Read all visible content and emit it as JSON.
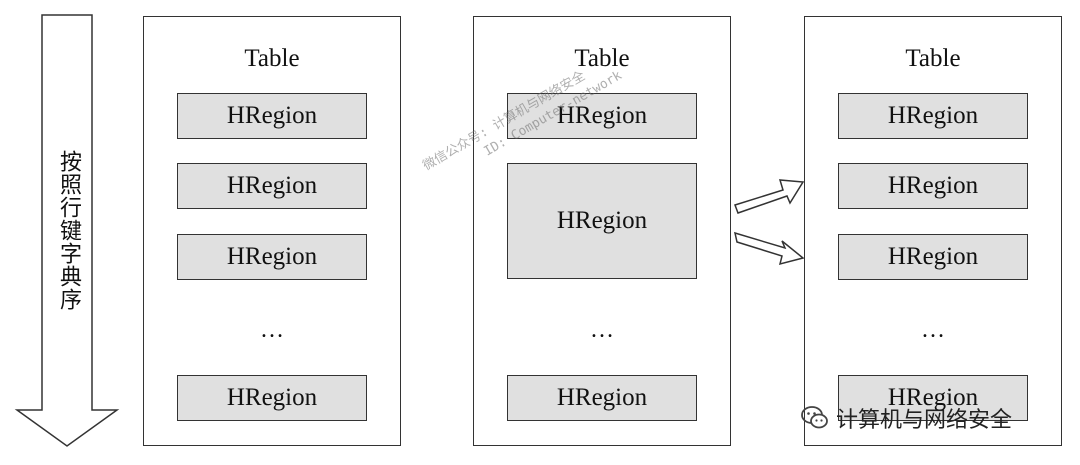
{
  "axis": {
    "label": "按照行键字典序"
  },
  "tables": [
    {
      "title": "Table",
      "regions": [
        "HRegion",
        "HRegion",
        "HRegion"
      ],
      "ellipsis": "…",
      "last_region": "HRegion"
    },
    {
      "title": "Table",
      "regions": [
        "HRegion",
        "HRegion"
      ],
      "ellipsis": "…",
      "last_region": "HRegion"
    },
    {
      "title": "Table",
      "regions": [
        "HRegion",
        "HRegion",
        "HRegion"
      ],
      "ellipsis": "…",
      "last_region": "HRegion"
    }
  ],
  "watermark": {
    "line1": "微信公众号: 计算机与网络安全",
    "line2": "ID: Computer-network"
  },
  "brand": {
    "text": "计算机与网络安全",
    "icon": "wechat-icon"
  }
}
